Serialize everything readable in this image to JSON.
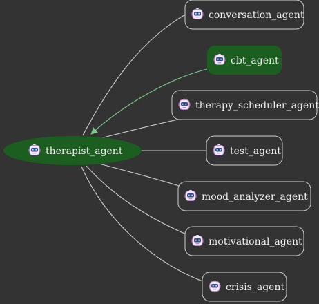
{
  "graph": {
    "background": "#333333",
    "colors": {
      "node_fill_default": "#333333",
      "node_stroke_default": "#cfcfcf",
      "node_fill_active": "#1b5e20",
      "edge_default": "#cfcfcf",
      "edge_active": "#7fc88c",
      "label_text": "#f0f0f0"
    },
    "center": {
      "id": "therapist_agent",
      "label": "therapist_agent",
      "icon": "robot-icon",
      "shape": "ellipse",
      "active": true
    },
    "nodes": [
      {
        "id": "conversation_agent",
        "label": "conversation_agent",
        "icon": "robot-icon",
        "active": false
      },
      {
        "id": "cbt_agent",
        "label": "cbt_agent",
        "icon": "robot-icon",
        "active": true
      },
      {
        "id": "therapy_scheduler_agent",
        "label": "therapy_scheduler_agent",
        "icon": "robot-icon",
        "active": false
      },
      {
        "id": "test_agent",
        "label": "test_agent",
        "icon": "robot-icon",
        "active": false
      },
      {
        "id": "mood_analyzer_agent",
        "label": "mood_analyzer_agent",
        "icon": "robot-icon",
        "active": false
      },
      {
        "id": "motivational_agent",
        "label": "motivational_agent",
        "icon": "robot-icon",
        "active": false
      },
      {
        "id": "crisis_agent",
        "label": "crisis_agent",
        "icon": "robot-icon",
        "active": false
      }
    ],
    "edges": [
      {
        "from": "therapist_agent",
        "to": "conversation_agent",
        "active": false
      },
      {
        "from": "cbt_agent",
        "to": "therapist_agent",
        "active": true,
        "arrow": true
      },
      {
        "from": "therapist_agent",
        "to": "therapy_scheduler_agent",
        "active": false
      },
      {
        "from": "therapist_agent",
        "to": "test_agent",
        "active": false
      },
      {
        "from": "therapist_agent",
        "to": "mood_analyzer_agent",
        "active": false
      },
      {
        "from": "therapist_agent",
        "to": "motivational_agent",
        "active": false
      },
      {
        "from": "therapist_agent",
        "to": "crisis_agent",
        "active": false
      }
    ]
  }
}
